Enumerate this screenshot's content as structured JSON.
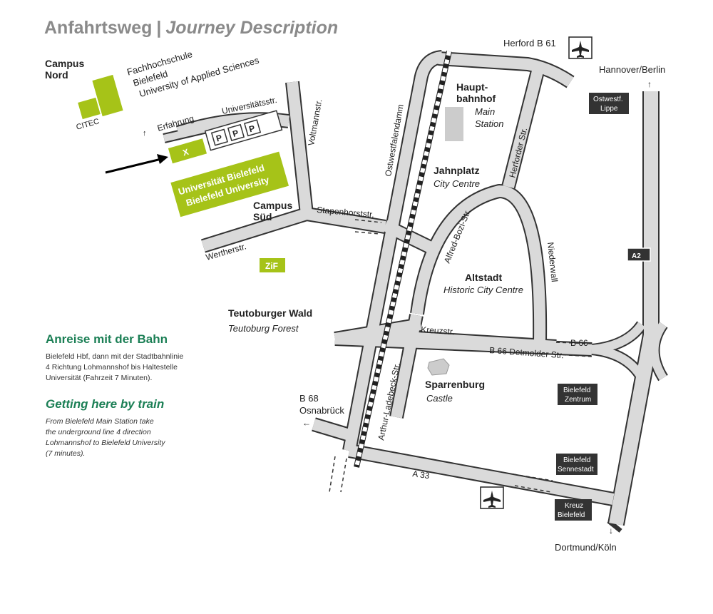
{
  "title": {
    "main": "Anfahrtsweg",
    "separator": "|",
    "sub": "Journey Description"
  },
  "campus_nord": [
    "Campus",
    "Nord"
  ],
  "fachhochschule": [
    "Fachhochschule",
    "Bielefeld",
    "University of Applied Sciences"
  ],
  "citec": "CITEC",
  "erfahrung": "Erfahrung",
  "universitaetsstr": "Universitätsstr.",
  "parking": [
    "P",
    "P",
    "P"
  ],
  "x_marker": "X",
  "university": [
    "Universität Bielefeld",
    "Bielefeld University"
  ],
  "voltmannstr": "Voltmannstr.",
  "campus_sued": [
    "Campus",
    "Süd"
  ],
  "stapenhorststr": "Stapenhorststr.",
  "wertherstr": "Wertherstr.",
  "zif": "ZiF",
  "teutoburger": {
    "de": "Teutoburger Wald",
    "en": "Teutoburg Forest"
  },
  "ostwestfalendamm": "Ostwestfalendamm",
  "hauptbahnhof": {
    "de": [
      "Haupt-",
      "bahnhof"
    ],
    "en": [
      "Main",
      "Station"
    ]
  },
  "jahnplatz": {
    "de": "Jahnplatz",
    "en": "City Centre"
  },
  "herforder_str": "Herforder Str.",
  "herford": "Herford B 61",
  "hannover": "Hannover/Berlin",
  "ostwestf_lippe": [
    "Ostwestf.",
    "Lippe"
  ],
  "alfred_bozi": "Alfred-Bozi-Str.",
  "niederwall": "Niederwall",
  "altstadt": {
    "de": "Altstadt",
    "en": "Historic City Centre"
  },
  "a2": "A2",
  "kreuzstr": "Kreuzstr.",
  "b66": "B 66",
  "b66_detmolder": "B 66 Detmolder Str.",
  "arthur_ladebeck": "Arthur-Ladebeck-Str.",
  "sparrenburg": {
    "de": "Sparrenburg",
    "en": "Castle"
  },
  "bielefeld_zentrum": [
    "Bielefeld",
    "Zentrum"
  ],
  "b68": [
    "B 68",
    "Osnabrück"
  ],
  "a33": "A 33",
  "bielefeld_sennestadt": [
    "Bielefeld",
    "Sennestadt"
  ],
  "kreuz_bielefeld": [
    "Kreuz",
    "Bielefeld"
  ],
  "dortmund": "Dortmund/Köln",
  "rail_de": {
    "heading": "Anreise mit der Bahn",
    "lines": [
      "Bielefeld Hbf, dann mit der Stadtbahnlinie",
      "4 Richtung Lohmannshof bis Haltestelle",
      "Universität (Fahrzeit 7 Minuten)."
    ]
  },
  "rail_en": {
    "heading": "Getting here by train",
    "lines": [
      "From Bielefeld Main Station take",
      "the underground line 4 direction",
      "Lohmannshof to Bielefeld University",
      "(7 minutes)."
    ]
  },
  "icons": {
    "airport_top": "airplane-icon",
    "airport_bottom": "airplane-icon",
    "castle": "castle-icon",
    "arrow": "arrow-icon"
  },
  "colors": {
    "accent_green": "#a6c318",
    "heading_green": "#1b7f55",
    "road_fill": "#dadada",
    "road_outline": "#333333",
    "box_dark": "#333333",
    "title_gray": "#8a8a8a"
  }
}
